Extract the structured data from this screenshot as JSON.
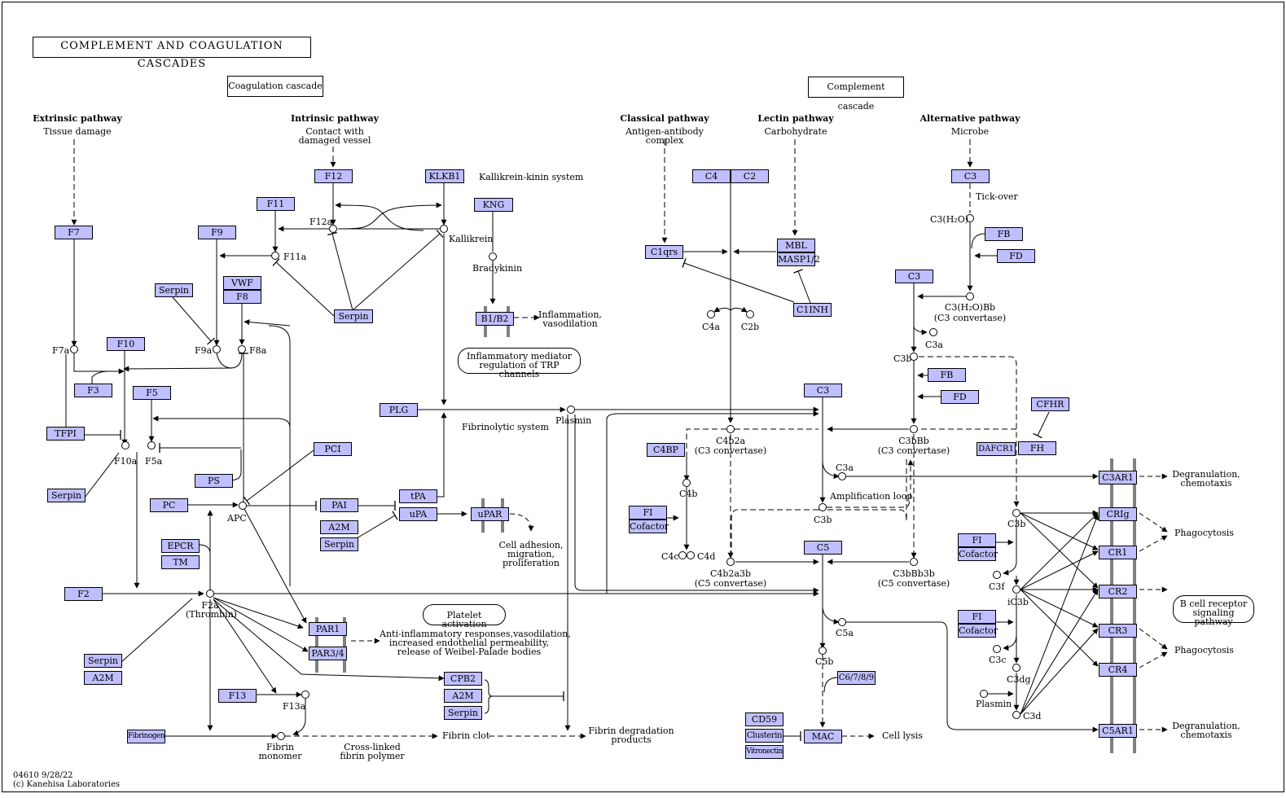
{
  "title": "COMPLEMENT AND COAGULATION CASCADES",
  "sections": {
    "coagulation": "Coagulation cascade",
    "complement": "Complement cascade"
  },
  "pathways": {
    "extrinsic": {
      "name": "Extrinsic pathway",
      "trigger": "Tissue damage"
    },
    "intrinsic": {
      "name": "Intrinsic pathway",
      "trigger1": "Contact with",
      "trigger2": "damaged vessel"
    },
    "classical": {
      "name": "Classical pathway",
      "trigger1": "Antigen-antibody",
      "trigger2": "complex"
    },
    "lectin": {
      "name": "Lectin pathway",
      "trigger": "Carbohydrate"
    },
    "alternative": {
      "name": "Alternative pathway",
      "trigger": "Microbe"
    }
  },
  "genes": {
    "f7": "F7",
    "f12": "F12",
    "klkb1": "KLKB1",
    "kng": "KNG",
    "f11": "F11",
    "f9": "F9",
    "serpin_a": "Serpin",
    "vwf": "VWF",
    "f8": "F8",
    "serpin_b": "Serpin",
    "b1b2": "B1/B2",
    "f10": "F10",
    "f3": "F3",
    "f5": "F5",
    "tfpi": "TFPI",
    "serpin_c": "Serpin",
    "pci": "PCI",
    "ps": "PS",
    "pc": "PC",
    "pai": "PAI",
    "tpa": "tPA",
    "upa": "uPA",
    "upar": "uPAR",
    "a2m_a": "A2M",
    "serpin_d": "Serpin",
    "epcr": "EPCR",
    "tm": "TM",
    "plg": "PLG",
    "f2": "F2",
    "par1": "PAR1",
    "par34": "PAR3/4",
    "serpin_e": "Serpin",
    "a2m_b": "A2M",
    "f13": "F13",
    "cpb2": "CPB2",
    "a2m_c": "A2M",
    "serpin_f": "Serpin",
    "fibrinogen": "Fibrinogen",
    "c4": "C4",
    "c2": "C2",
    "c1qrs": "C1qrs",
    "mbl": "MBL",
    "masp12": "MASP1/2",
    "c1inh": "C1INH",
    "c3_alt": "C3",
    "fb_a": "FB",
    "fd_a": "FD",
    "c3_b": "C3",
    "fb_b": "FB",
    "fd_b": "FD",
    "c3_c": "C3",
    "c4bp": "C4BP",
    "fi_a": "FI",
    "cofactor_a": "Cofactor",
    "cfhr": "CFHR",
    "dafcr1": "DAFCR1",
    "fh": "FH",
    "c5": "C5",
    "c3ar1": "C3AR1",
    "crig": "CRIg",
    "fi_b": "FI",
    "cofactor_b": "Cofactor",
    "cr1": "CR1",
    "cr2": "CR2",
    "fi_c": "FI",
    "cofactor_c": "Cofactor",
    "cr3": "CR3",
    "cr4": "CR4",
    "c6789": "C6/7/8/9",
    "cd59": "CD59",
    "clusterin": "Clusterin",
    "vitronectin": "Vitronectin",
    "mac": "MAC",
    "c5ar1": "C5AR1"
  },
  "labels": {
    "kallikrein_kinin": "Kallikrein-kinin system",
    "f12a": "F12a",
    "kallikrein": "Kallikrein",
    "f11a": "F11a",
    "bradykinin": "Bradykinin",
    "inflammation1": "Inflammation,",
    "inflammation2": "vasodilation",
    "f7a": "F7a",
    "f9a": "F9a",
    "f8a": "F8a",
    "f10a": "F10a",
    "f5a": "F5a",
    "apc": "APC",
    "plasmin": "Plasmin",
    "fibrinolytic": "Fibrinolytic system",
    "cell_adh1": "Cell adhesion,",
    "cell_adh2": "migration,",
    "cell_adh3": "proliferation",
    "f2a": "F2a",
    "thrombin": "(Thrombin)",
    "anti_inf1": "Anti-inflammatory responses,vasodilation,",
    "anti_inf2": "increased endothelial permeability,",
    "anti_inf3": "release of Weibel-Palade bodies",
    "f13a": "F13a",
    "fibrin_monomer1": "Fibrin",
    "fibrin_monomer2": "monomer",
    "crosslinked1": "Cross-linked",
    "crosslinked2": "fibrin polymer",
    "fibrin_clot": "Fibrin clot",
    "fdp1": "Fibrin degradation",
    "fdp2": "products",
    "c4a": "C4a",
    "c2b": "C2b",
    "tickover": "Tick-over",
    "c3h2o": "C3(H₂O)",
    "c3h2obb": "C3(H₂O)Bb",
    "c3_convertase": "(C3 convertase)",
    "c5_convertase": "(C5 convertase)",
    "c3a": "C3a",
    "c3b": "C3b",
    "c4b2a": "C4b2a",
    "c3bbb": "C3bBb",
    "c4b": "C4b",
    "amp_loop": "Amplification loop",
    "c4c": "C4c",
    "c4d": "C4d",
    "c4b2a3b": "C4b2a3b",
    "c3bbb3b": "C3bBb3b",
    "degran1": "Degranulation,",
    "degran2": "chemotaxis",
    "phagocytosis": "Phagocytosis",
    "c3f": "C3f",
    "ic3b": "iC3b",
    "bcell1": "B cell receptor",
    "bcell2": "signaling pathway",
    "c5a": "C5a",
    "c5b": "C5b",
    "c3c": "C3c",
    "c3dg": "C3dg",
    "c3d": "C3d",
    "cell_lysis": "Cell lysis"
  },
  "ovals": {
    "inflammatory1": "Inflammatory mediator",
    "inflammatory2": "regulation of TRP channels",
    "platelet": "Platelet activation"
  },
  "footer": {
    "id": "04610 9/28/22",
    "copyright": "(c) Kanehisa Laboratories"
  },
  "colors": {
    "gene_fill": "#bfbfff",
    "membrane": "#808080"
  }
}
